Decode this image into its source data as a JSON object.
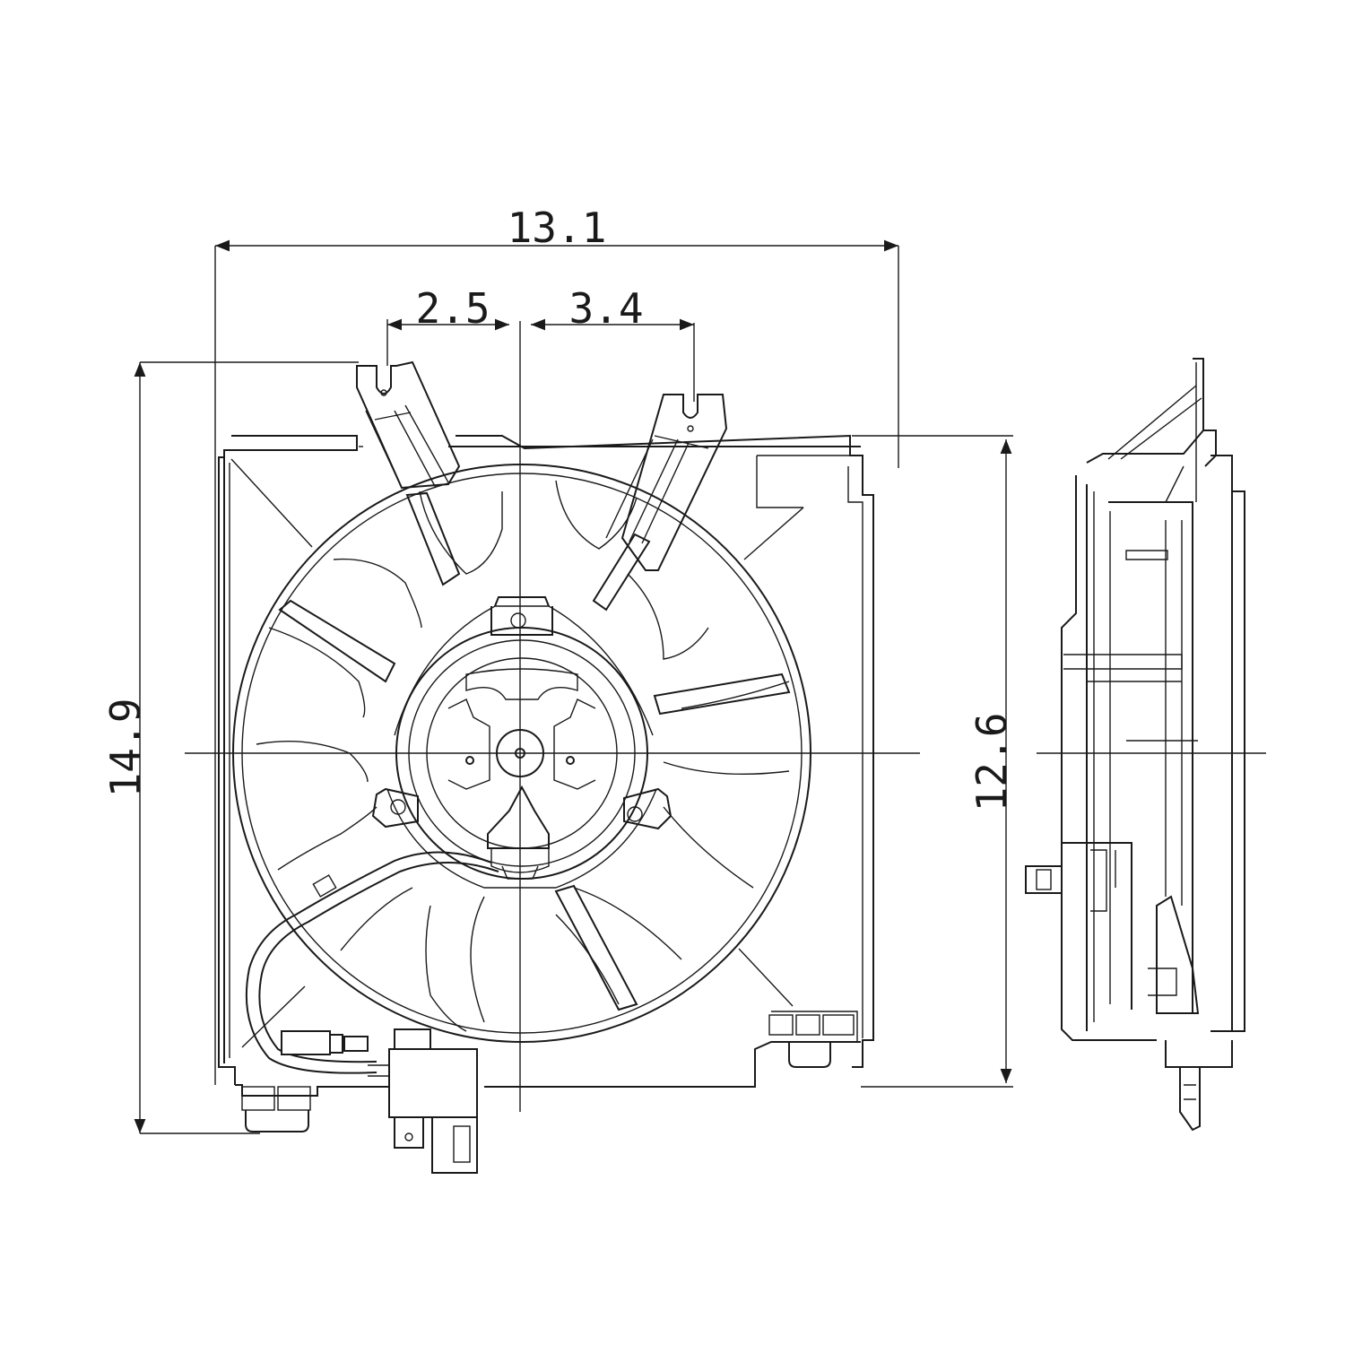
{
  "diagram": {
    "line_color": "#1a1a1a",
    "background": "#ffffff",
    "dimensions": {
      "overall_width": "13.1",
      "left_mount_offset": "2.5",
      "right_mount_offset": "3.4",
      "overall_height": "14.9",
      "shroud_height": "12.6"
    }
  }
}
